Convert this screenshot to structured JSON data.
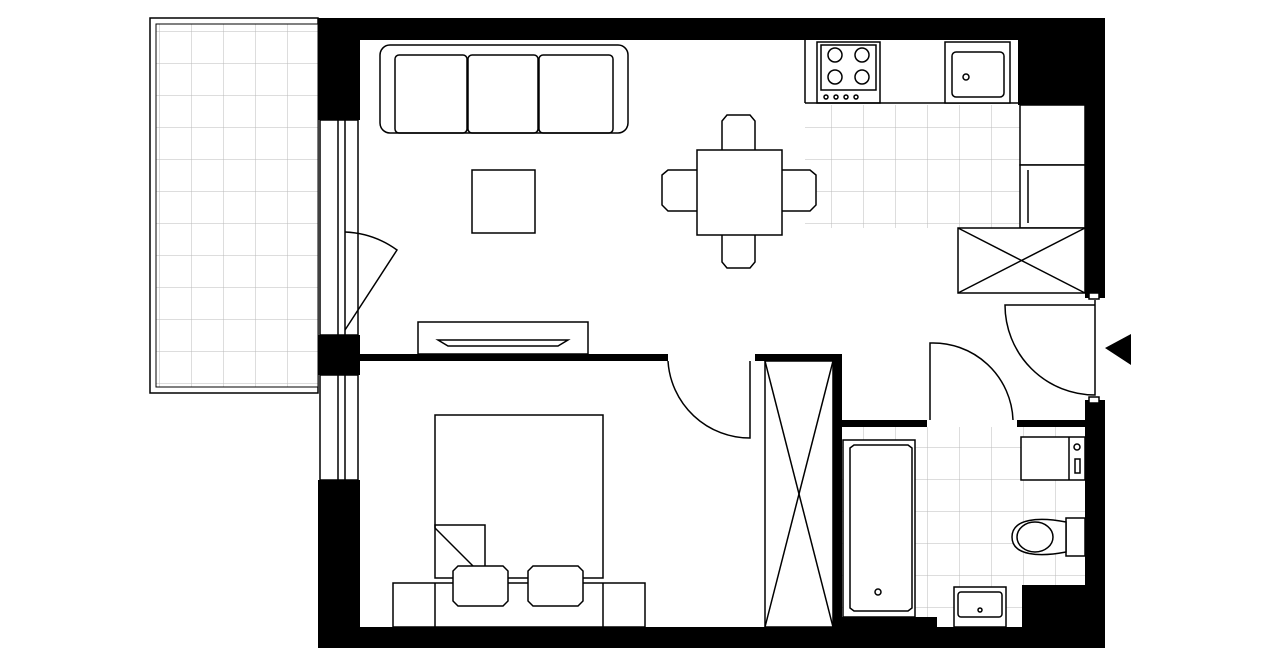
{
  "plan": {
    "rooms": [
      "balcony",
      "living-room",
      "kitchen",
      "bedroom",
      "bathroom",
      "hallway"
    ],
    "entrance_marker_icon": "triangle-arrow-icon"
  },
  "colors": {
    "wall": "#000000",
    "background": "#ffffff",
    "tile_grid": "#bbbbbb"
  }
}
